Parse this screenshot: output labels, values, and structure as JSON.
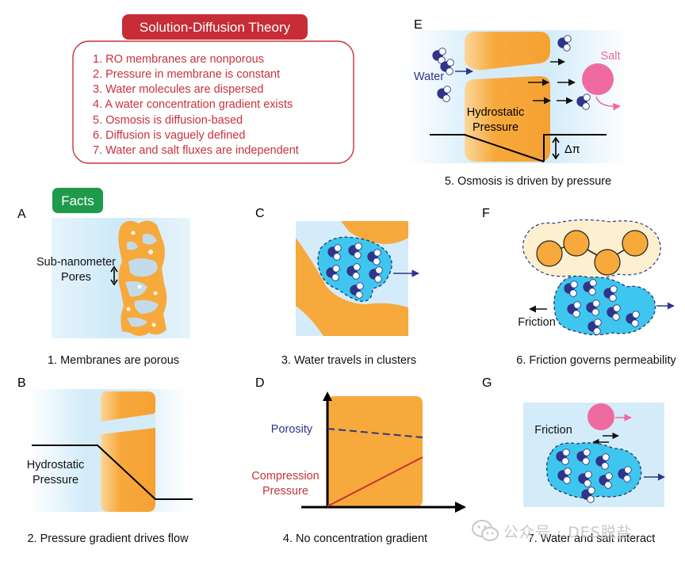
{
  "theory": {
    "title": "Solution-Diffusion Theory",
    "items": [
      "1. RO membranes are nonporous",
      "2. Pressure in membrane is constant",
      "3. Water molecules are dispersed",
      "4. A water concentration gradient exists",
      "5. Osmosis is diffusion-based",
      "6. Diffusion is vaguely defined",
      "7. Water and salt fluxes are independent"
    ]
  },
  "facts_badge": "Facts",
  "panels": {
    "A": {
      "letter": "A",
      "label1": "Sub-nanometer",
      "label2": "Pores",
      "caption": "1. Membranes are porous"
    },
    "B": {
      "letter": "B",
      "label1": "Hydrostatic",
      "label2": "Pressure",
      "caption": "2. Pressure gradient drives flow"
    },
    "C": {
      "letter": "C",
      "caption": "3. Water travels in clusters"
    },
    "D": {
      "letter": "D",
      "porosity": "Porosity",
      "comp1": "Compression",
      "comp2": "Pressure",
      "caption": "4. No concentration gradient"
    },
    "E": {
      "letter": "E",
      "water": "Water",
      "salt": "Salt",
      "hydro1": "Hydrostatic",
      "hydro2": "Pressure",
      "delta": "Δπ",
      "caption": "5. Osmosis is driven by pressure"
    },
    "F": {
      "letter": "F",
      "friction": "Friction",
      "caption": "6. Friction governs permeability"
    },
    "G": {
      "letter": "G",
      "friction": "Friction",
      "caption": "7. Water and salt interact"
    }
  },
  "watermark": "公众号 · DES脱盐",
  "colors": {
    "red": "#c8323a",
    "orange": "#f7a93c",
    "blue": "#2f3589",
    "cyan": "#3ec6ee",
    "pink": "#ef6aa0",
    "green": "#1f9a4a"
  }
}
